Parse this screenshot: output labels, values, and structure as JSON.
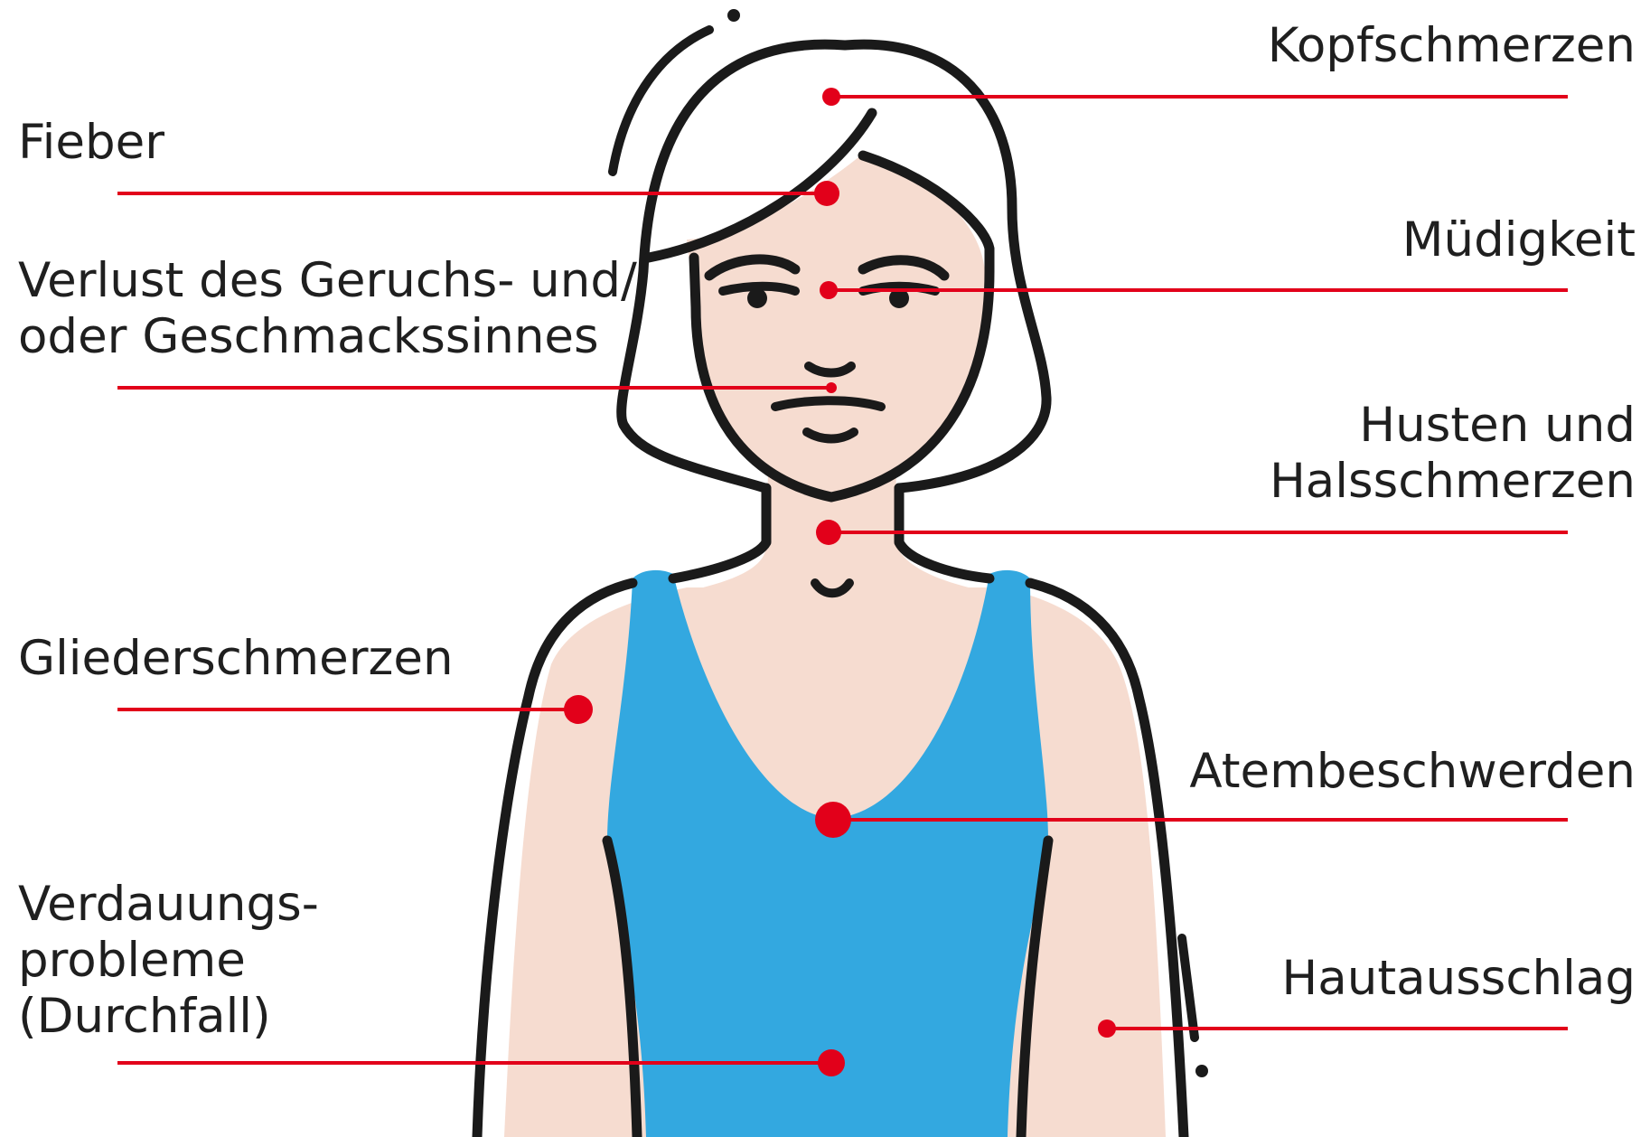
{
  "colors": {
    "outline": "#1a1a1a",
    "skin": "#f6dcd0",
    "shirt": "#33a8e0",
    "marker": "#e2001a",
    "text": "#1f1f1f"
  },
  "labels": {
    "kopfschmerzen": [
      "Kopfschmerzen"
    ],
    "fieber": [
      "Fieber"
    ],
    "muedigkeit": [
      "Müdigkeit"
    ],
    "geruch": [
      "Verlust des Geruchs- und/",
      "oder Geschmackssinnes"
    ],
    "husten": [
      "Husten und",
      "Halsschmerzen"
    ],
    "glieder": [
      "Gliederschmerzen"
    ],
    "atem": [
      "Atembeschwerden"
    ],
    "verdauung": [
      "Verdauungs-",
      "probleme",
      "(Durchfall)"
    ],
    "haut": [
      "Hautausschlag"
    ]
  }
}
